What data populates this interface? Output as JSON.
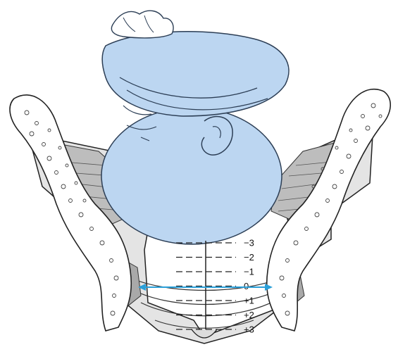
{
  "figure": {
    "stations": [
      {
        "label": "−3",
        "value": -3
      },
      {
        "label": "−2",
        "value": -2
      },
      {
        "label": "−1",
        "value": -1
      },
      {
        "label": "0",
        "value": 0
      },
      {
        "label": "+1",
        "value": 1
      },
      {
        "label": "+2",
        "value": 2
      },
      {
        "label": "+3",
        "value": 3
      }
    ],
    "colors": {
      "fetal_head": "#bcd6f1",
      "fetal_outline": "#2c3e55",
      "pelvis_fill": "#e6e6e6",
      "bone_white": "#ffffff",
      "bone_outline": "#222222",
      "arrow": "#2a9fd8"
    }
  }
}
